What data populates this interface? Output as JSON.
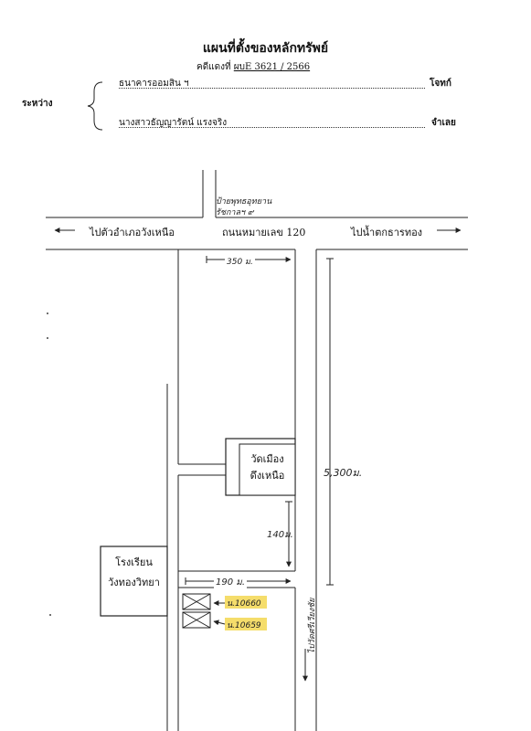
{
  "header": {
    "title": "แผนที่ตั้งของหลักทรัพย์",
    "case_label": "คดีแดงที่",
    "case_number": "ผบE 3621 / 2566"
  },
  "parties": {
    "between_label": "ระหว่าง",
    "plaintiff_name": "ธนาคารออมสิน ฯ",
    "plaintiff_role": "โจทก์",
    "defendant_name": "นางสาวธัญญารัตน์ แรงจริง",
    "defendant_role": "จำเลย"
  },
  "map": {
    "landmark_note_1": "ป้ายพุทธอุทยาน",
    "landmark_note_2": "รัชกาลฯ ๙",
    "left_direction": "ไปตัวอำเภอวังเหนือ",
    "main_road": "ถนนหมายเลข 120",
    "right_direction": "ไปน้ำตกธารทอง",
    "dist_350": "350 ม.",
    "dist_5300": "5,300ม.",
    "dist_140": "140ม.",
    "dist_190": "190 ม.",
    "temple_line1": "วัดเมือง",
    "temple_line2": "ดึงเหนือ",
    "school_line1": "โรงเรียน",
    "school_line2": "วังทองวิทยา",
    "plot_1": "น.10660",
    "plot_2": "น.10659",
    "side_direction": "ไปวัดศรีเวียงชัย",
    "highlight_color": "#f2d23a"
  }
}
